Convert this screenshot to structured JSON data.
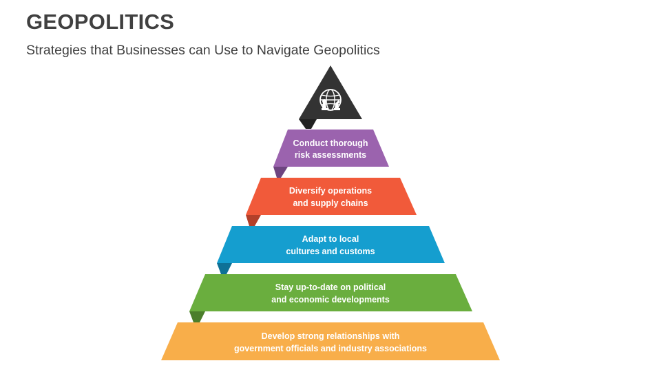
{
  "header": {
    "title": "GEOPOLITICS",
    "subtitle": "Strategies that Businesses can Use to Navigate Geopolitics"
  },
  "pyramid": {
    "apex": {
      "icon": "globe-chess-icon",
      "color": "#333333"
    },
    "tiers": [
      {
        "line1": "Conduct thorough",
        "line2": "risk assessments",
        "color": "#9B63AE",
        "fold": "#6E4480"
      },
      {
        "line1": "Diversify operations",
        "line2": "and supply chains",
        "color": "#F15A3A",
        "fold": "#B3402A"
      },
      {
        "line1": "Adapt to local",
        "line2": "cultures and customs",
        "color": "#159ECF",
        "fold": "#0E7196"
      },
      {
        "line1": "Stay up-to-date on political",
        "line2": "and economic developments",
        "color": "#6AAE3E",
        "fold": "#4B7E2B"
      },
      {
        "line1": "Develop strong relationships with",
        "line2": "government officials and industry associations",
        "color": "#F8AE4A",
        "fold": "#B87E33"
      }
    ]
  }
}
